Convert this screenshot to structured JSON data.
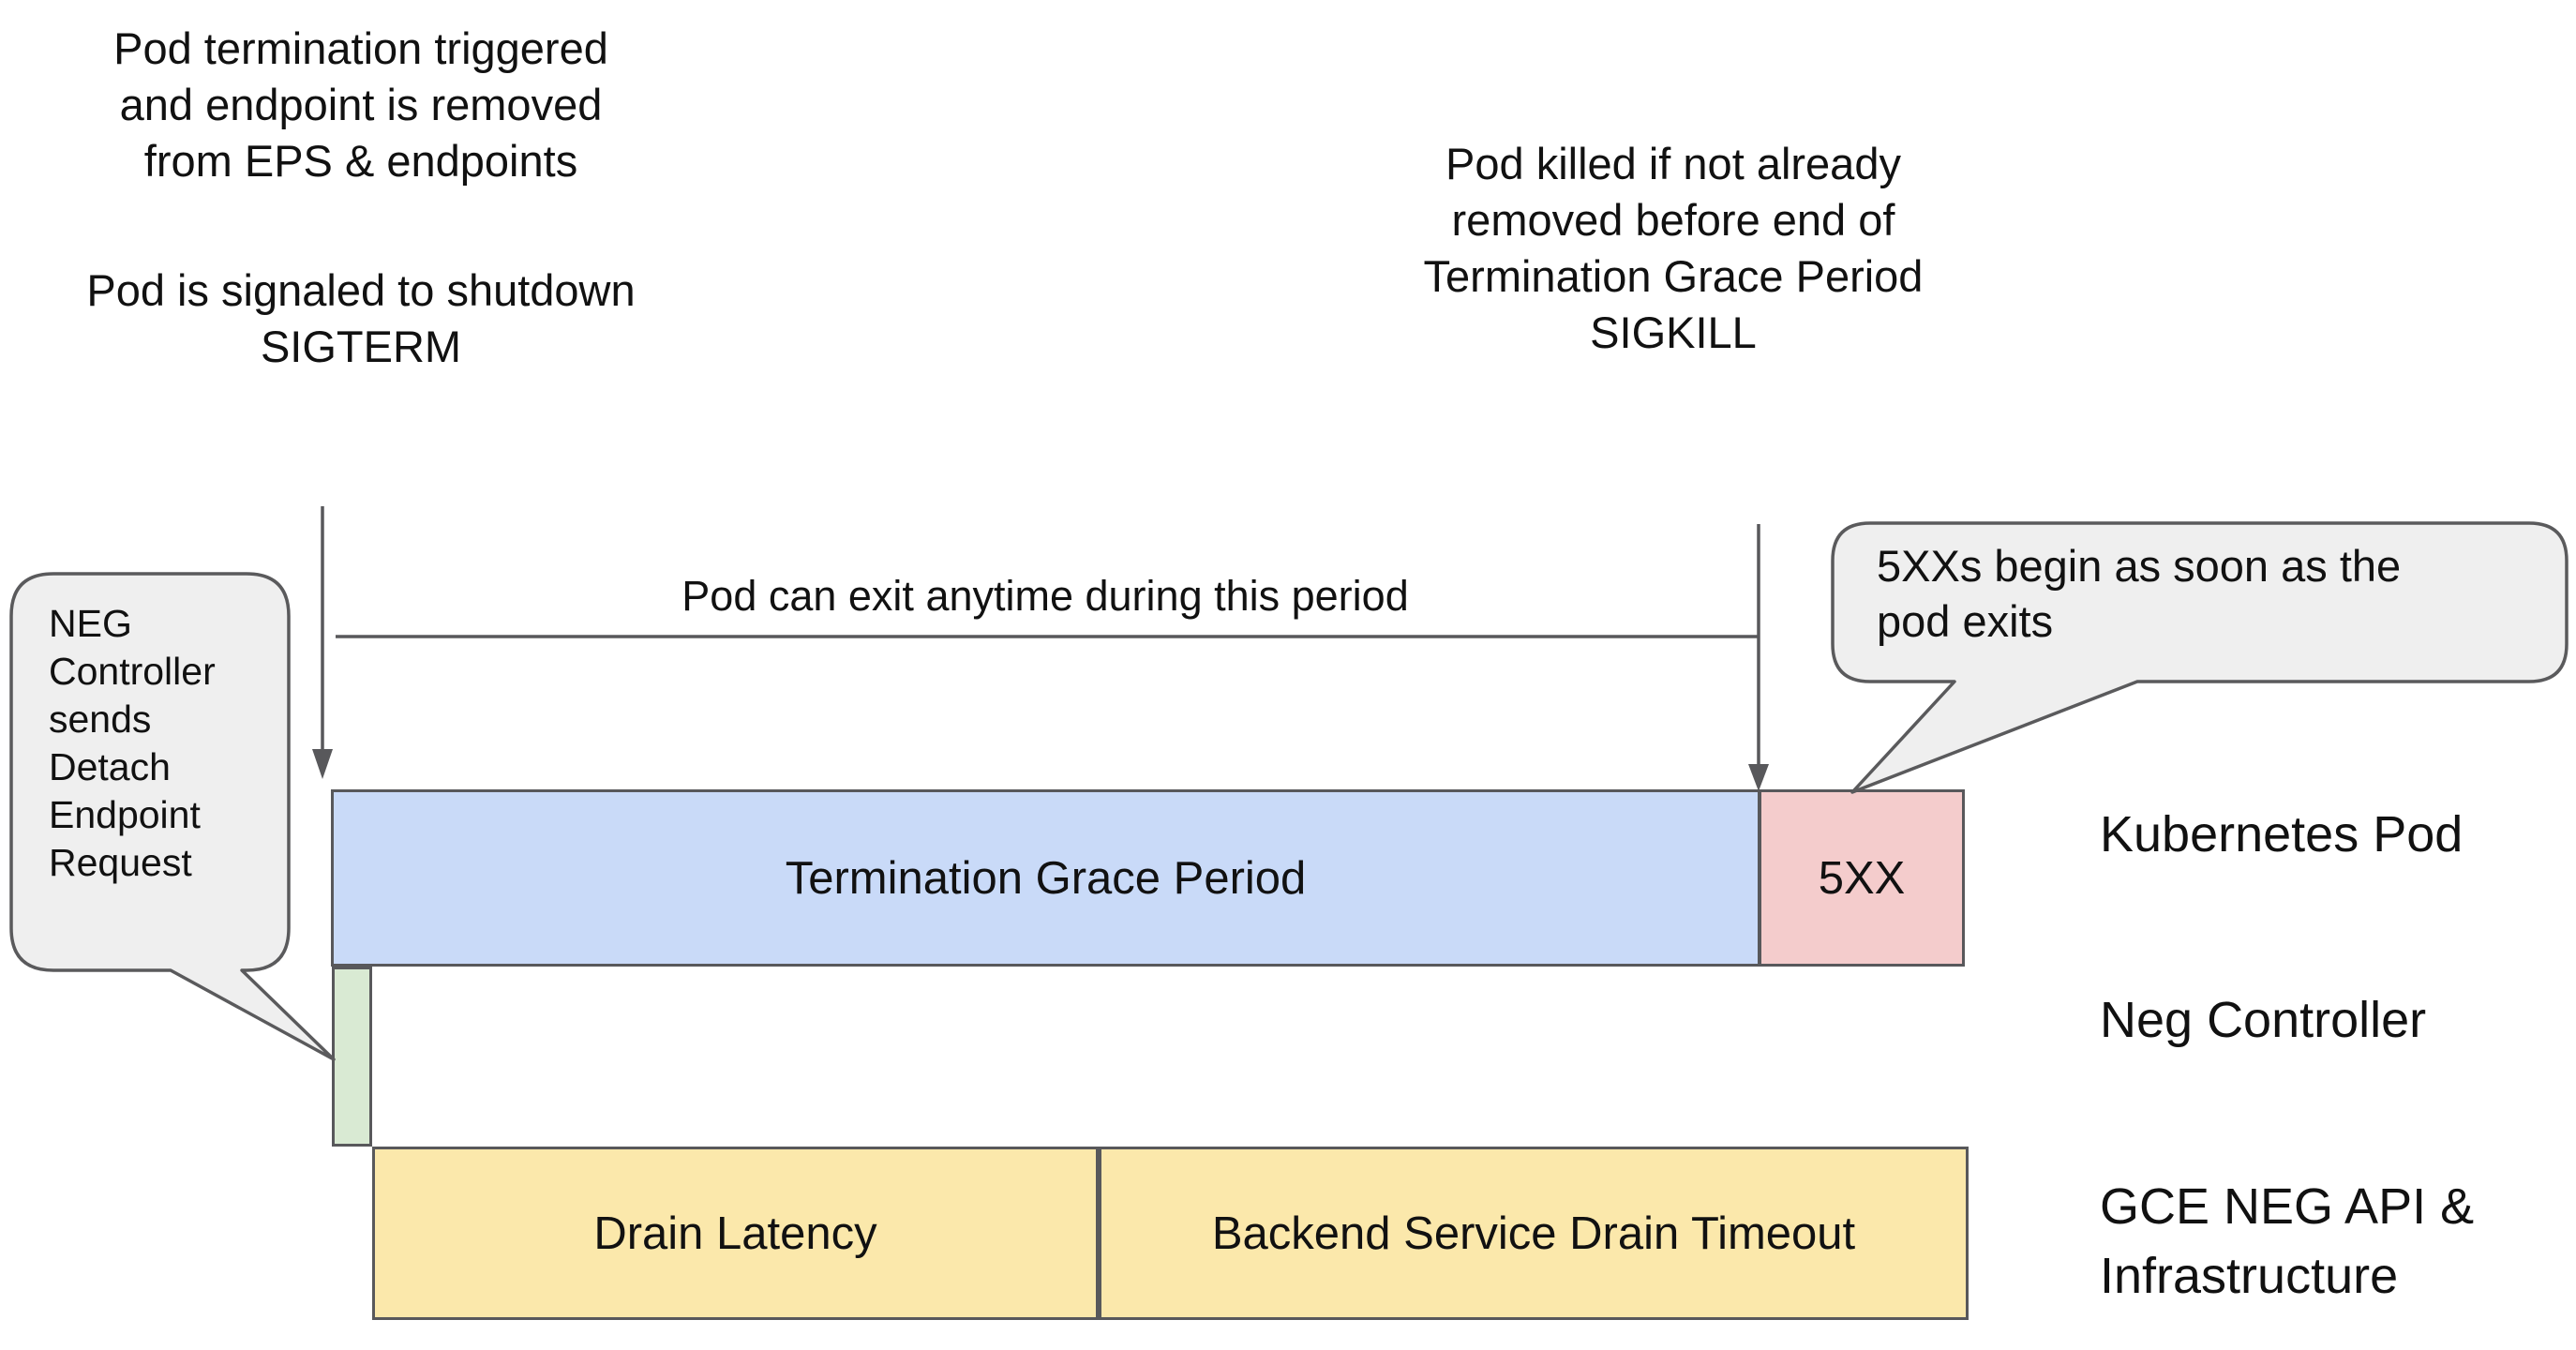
{
  "colors": {
    "background": "#ffffff",
    "text": "#111111",
    "outline": "#58585b",
    "bar_blue": "#c9daf8",
    "bar_pink": "#f4cccc",
    "bar_green": "#d9ead3",
    "bar_yellow": "#fbe8ab",
    "bubble_fill": "#efefef",
    "bubble_stroke": "#5a5a5c"
  },
  "notes": {
    "pod_termination": "Pod termination triggered\nand endpoint is removed\nfrom EPS & endpoints",
    "pod_signaled": "Pod is signaled to shutdown\nSIGTERM",
    "pod_killed": "Pod killed if not already\nremoved before end of\nTermination Grace Period\nSIGKILL",
    "pod_can_exit": "Pod can exit anytime during this period"
  },
  "bubbles": {
    "neg_controller": "NEG\nController\nsends\nDetach\nEndpoint\nRequest",
    "five_xx_begin": "5XXs begin as soon as the\npod exits"
  },
  "bars": {
    "termination_grace_period": "Termination Grace Period",
    "five_xx": "5XX",
    "drain_latency": "Drain Latency",
    "backend_service_drain_timeout": "Backend Service Drain Timeout"
  },
  "row_labels": {
    "kubernetes_pod": "Kubernetes Pod",
    "neg_controller": "Neg Controller",
    "gce_neg_api": "GCE NEG API &\nInfrastructure"
  }
}
